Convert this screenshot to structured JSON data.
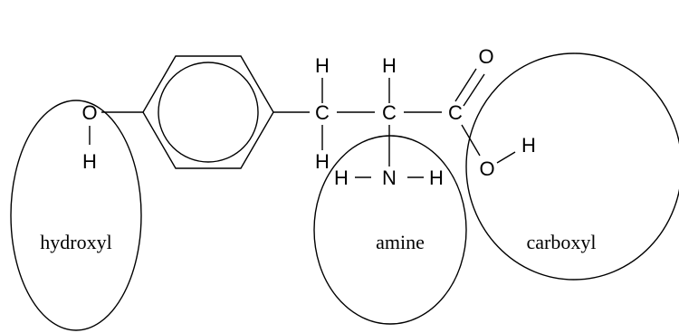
{
  "atoms": {
    "o_hydroxyl": "O",
    "h_hydroxyl": "H",
    "c_alpha_left": "C",
    "h_top_left": "H",
    "h_bottom_left": "H",
    "c_alpha": "C",
    "h_top_mid": "H",
    "n_amine": "N",
    "h_amine_left": "H",
    "h_amine_right": "H",
    "c_carboxyl": "C",
    "o_double": "O",
    "o_single": "O",
    "h_acid": "H"
  },
  "labels": {
    "hydroxyl": "hydroxyl",
    "amine": "amine",
    "carboxyl": "carboxyl"
  }
}
